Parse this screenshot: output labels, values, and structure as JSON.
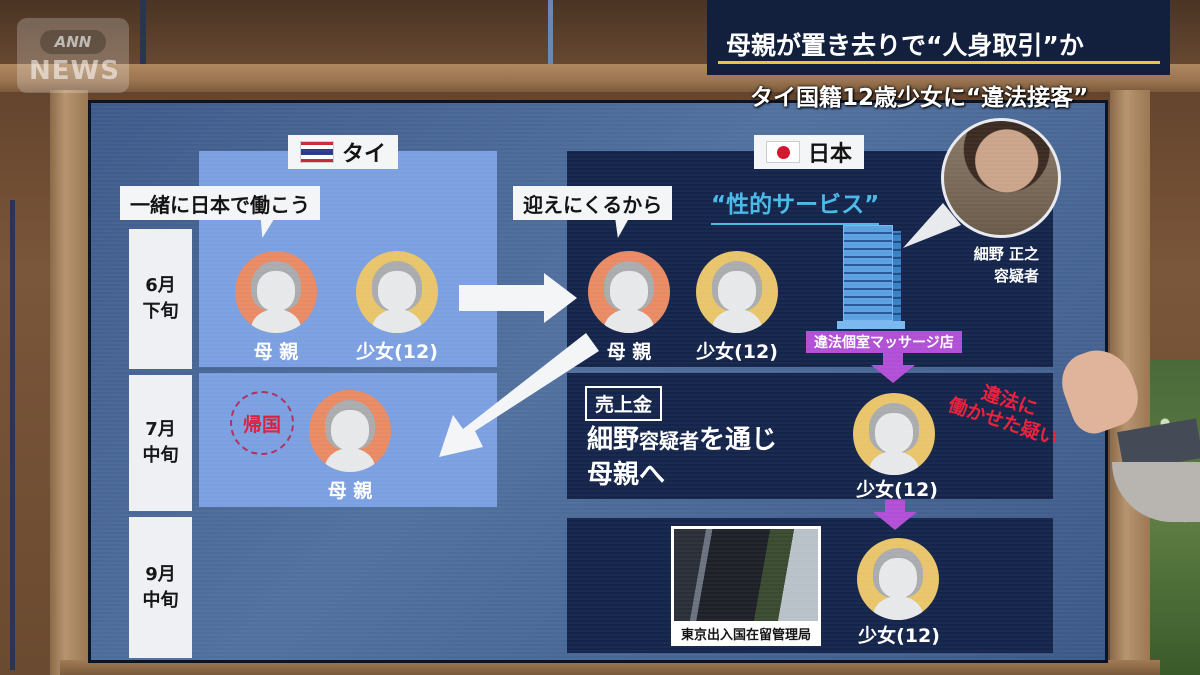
{
  "broadcast": {
    "logo": {
      "top": "ANN",
      "bottom": "NEWS"
    },
    "headline": "母親が置き去りで“人身取引”か",
    "subheadline": "タイ国籍12歳少女に“違法接客”",
    "colors": {
      "headline_bg": "#13203d",
      "headline_rule": "#e3c64a"
    }
  },
  "board": {
    "timeline": [
      {
        "month": "6月",
        "period": "下旬"
      },
      {
        "month": "7月",
        "period": "中旬"
      },
      {
        "month": "9月",
        "period": "中旬"
      }
    ],
    "thailand": {
      "label": "タイ",
      "flag": "thai-flag",
      "quote": "一緒に日本で働こう",
      "june": {
        "mother": "母 親",
        "girl": "少女(12)"
      },
      "july": {
        "badge": "帰国",
        "mother": "母 親"
      }
    },
    "japan": {
      "label": "日本",
      "flag": "japan-flag",
      "quote": "迎えにくるから",
      "service_heading": "“性的サービス”",
      "june": {
        "mother": "母 親",
        "girl": "少女(12)"
      },
      "suspect": {
        "name": "細野 正之",
        "title": "容疑者"
      },
      "shop_tag": "違法個室マッサージ店",
      "july": {
        "sales_tag": "売上金",
        "sales_line1_a": "細野",
        "sales_line1_b": "容疑者",
        "sales_line1_c": "を通じ",
        "sales_line2": "母親へ",
        "girl": "少女(12)",
        "red_note_1": "違法に",
        "red_note_2": "働かせた疑い"
      },
      "september": {
        "photo_caption": "東京出入国在留管理局",
        "girl": "少女(12)"
      }
    },
    "colors": {
      "thai_panel": "#7b9fe0",
      "japan_panel": "#14244a",
      "mother_ring": "#e88a64",
      "girl_ring": "#e8c46a",
      "purple": "#b14fd6",
      "red": "#e8203a"
    }
  }
}
